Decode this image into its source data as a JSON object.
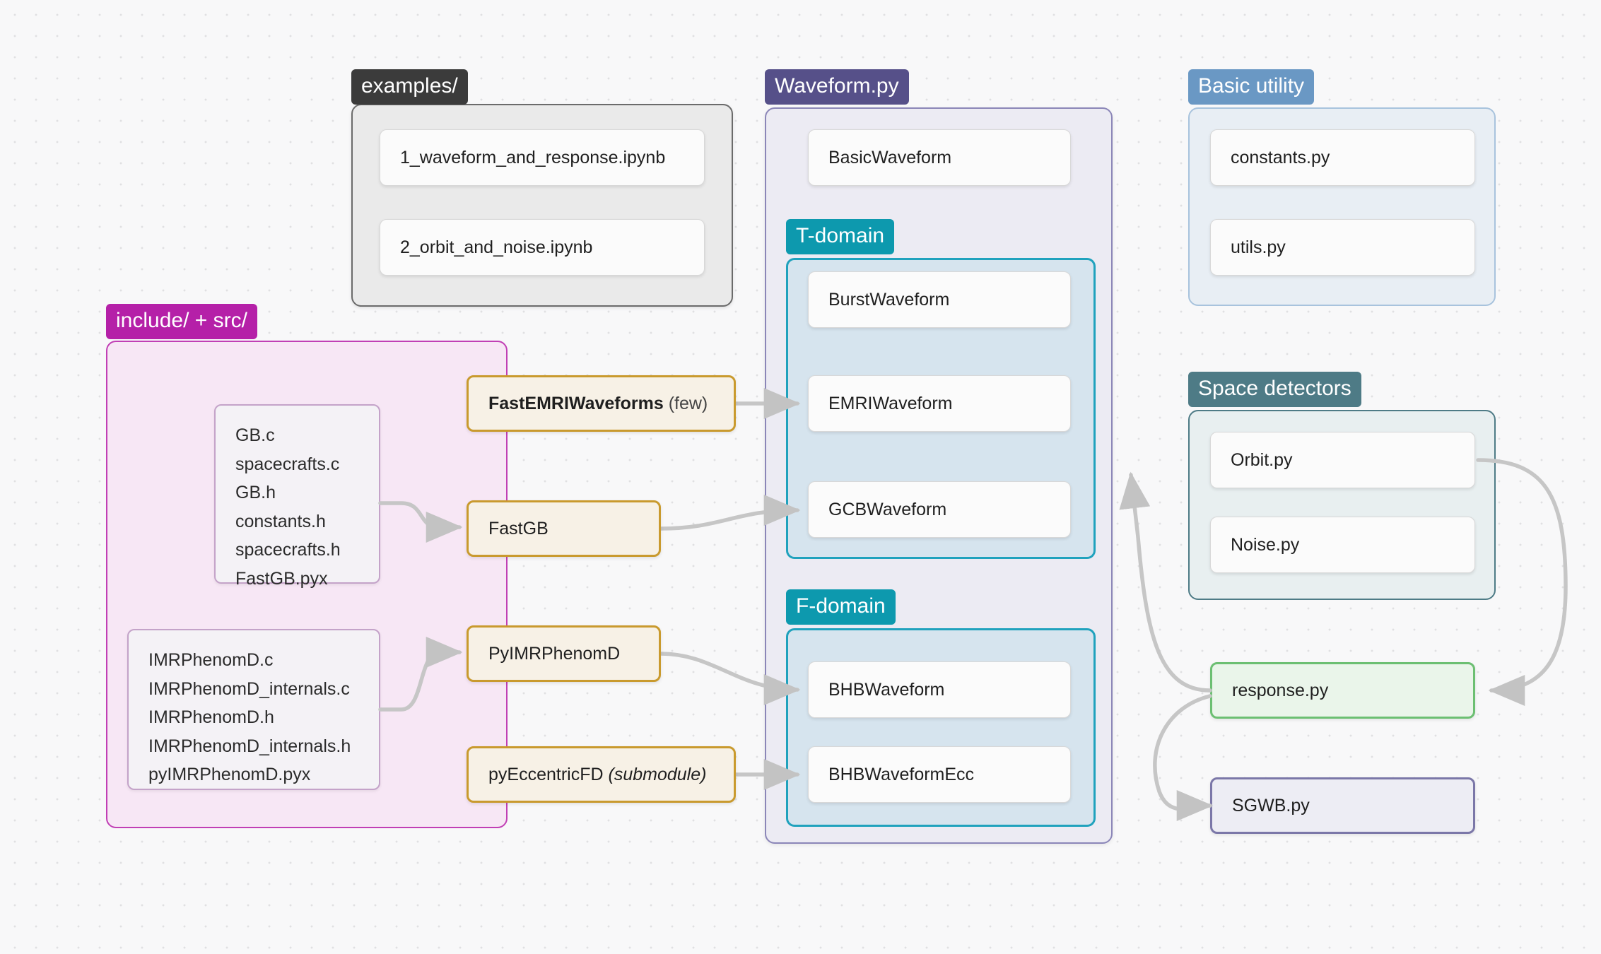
{
  "diagram": {
    "groups": {
      "examples": {
        "label": "examples/",
        "items": [
          {
            "label": "1_waveform_and_response.ipynb"
          },
          {
            "label": "2_orbit_and_noise.ipynb"
          }
        ]
      },
      "src_include": {
        "label": "include/ + src/",
        "filelists": [
          {
            "name": "gb-sources",
            "files": [
              "GB.c",
              "spacecrafts.c",
              "GB.h",
              "constants.h",
              "spacecrafts.h",
              "FastGB.pyx"
            ]
          },
          {
            "name": "imrphenomd-sources",
            "files": [
              "IMRPhenomD.c",
              "IMRPhenomD_internals.c",
              "IMRPhenomD.h",
              "IMRPhenomD_internals.h",
              "pyIMRPhenomD.pyx"
            ]
          }
        ]
      },
      "waveform": {
        "label": "Waveform.py",
        "base_item": {
          "label": "BasicWaveform"
        },
        "subgroups": [
          {
            "label": "T-domain",
            "items": [
              {
                "label": "BurstWaveform"
              },
              {
                "label": "EMRIWaveform"
              },
              {
                "label": "GCBWaveform"
              }
            ]
          },
          {
            "label": "F-domain",
            "items": [
              {
                "label": "BHBWaveform"
              },
              {
                "label": "BHBWaveformEcc"
              }
            ]
          }
        ]
      },
      "basic_utility": {
        "label": "Basic utility",
        "items": [
          {
            "label": "constants.py"
          },
          {
            "label": "utils.py"
          }
        ]
      },
      "space_detectors": {
        "label": "Space detectors",
        "items": [
          {
            "label": "Orbit.py"
          },
          {
            "label": "Noise.py"
          }
        ]
      }
    },
    "wrappers": [
      {
        "name": "fastemriwaveforms",
        "main": "FastEMRIWaveforms",
        "suffix": " (few)",
        "suffix_style": "plain",
        "main_bold": true
      },
      {
        "name": "fastgb",
        "main": "FastGB",
        "suffix": "",
        "suffix_style": "plain",
        "main_bold": false
      },
      {
        "name": "pyimrphenomd",
        "main": "PyIMRPhenomD",
        "suffix": "",
        "suffix_style": "plain",
        "main_bold": false
      },
      {
        "name": "pyeccentricfd",
        "main": "pyEccentricFD",
        "suffix": " (submodule)",
        "suffix_style": "italic",
        "main_bold": false
      }
    ],
    "standalone": [
      {
        "name": "response",
        "label": "response.py"
      },
      {
        "name": "sgwb",
        "label": "SGWB.py"
      }
    ],
    "colors": {
      "background": "#f8f8f9",
      "examples_accent": "#3b3b3b",
      "src_accent": "#b520a8",
      "waveform_accent": "#565089",
      "domain_accent": "#0d99ae",
      "basic_utility_accent": "#6a98c4",
      "space_detectors_accent": "#4e7b86",
      "wrapper_accent": "#c99a2e",
      "response_accent": "#6cbf72",
      "sgwb_accent": "#7b77a8",
      "connector": "#c6c6c6"
    }
  }
}
